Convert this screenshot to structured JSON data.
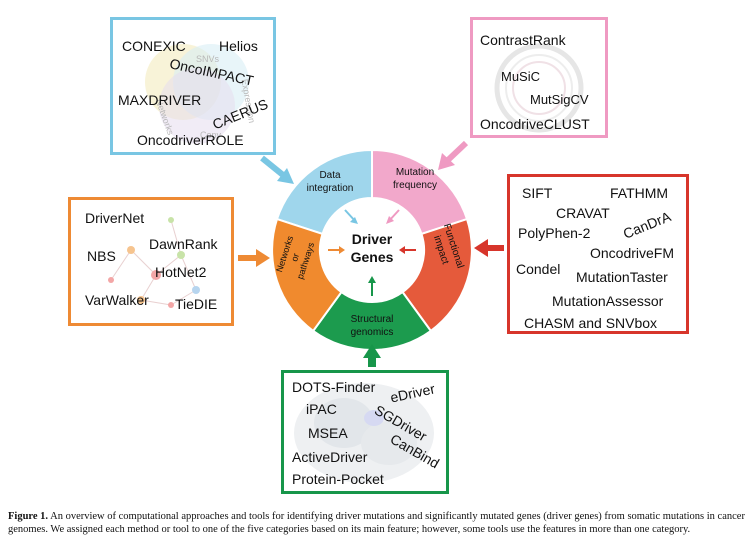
{
  "center": {
    "line1": "Driver",
    "line2": "Genes"
  },
  "segments": {
    "data_integration": {
      "line1": "Data",
      "line2": "integration",
      "color": "#9fd6ec"
    },
    "mutation_frequency": {
      "line1": "Mutation",
      "line2": "frequency",
      "color": "#f2a8cb"
    },
    "functional_impact": {
      "line1": "Functional",
      "line2": "impact",
      "color": "#e55a3b"
    },
    "structural_genomics": {
      "line1": "Structural",
      "line2": "genomics",
      "color": "#1c9b4e"
    },
    "networks_pathways": {
      "line1": "Networks",
      "line2": "or",
      "line3": "pathways",
      "color": "#f08a2e"
    }
  },
  "boxes": {
    "data_integration": {
      "tools": [
        "CONEXIC",
        "Helios",
        "OncoIMPACT",
        "MAXDRIVER",
        "CAERUS",
        "OncodriverROLE"
      ],
      "background_labels": [
        "SNVs",
        "Networks",
        "Copy",
        "Expression"
      ]
    },
    "mutation_frequency": {
      "tools": [
        "ContrastRank",
        "MuSiC",
        "MutSigCV",
        "OncodriveCLUST"
      ]
    },
    "networks_pathways": {
      "tools": [
        "DriverNet",
        "NBS",
        "DawnRank",
        "HotNet2",
        "VarWalker",
        "TieDIE"
      ]
    },
    "functional_impact": {
      "tools": [
        "SIFT",
        "FATHMM",
        "CRAVAT",
        "CanDrA",
        "PolyPhen-2",
        "OncodriveFM",
        "Condel",
        "MutationTaster",
        "MutationAssessor",
        "CHASM and SNVbox"
      ]
    },
    "structural_genomics": {
      "tools": [
        "DOTS-Finder",
        "eDriver",
        "iPAC",
        "SGDriver",
        "MSEA",
        "CanBind",
        "ActiveDriver",
        "Protein-Pocket"
      ]
    }
  },
  "caption": {
    "label": "Figure 1.",
    "text": "An overview of computational approaches and tools for identifying driver mutations and significantly mutated genes (driver genes) from somatic mutations in cancer genomes. We assigned each method or tool to one of the five categories based on its main feature; however, some tools use the features in more than one category."
  }
}
